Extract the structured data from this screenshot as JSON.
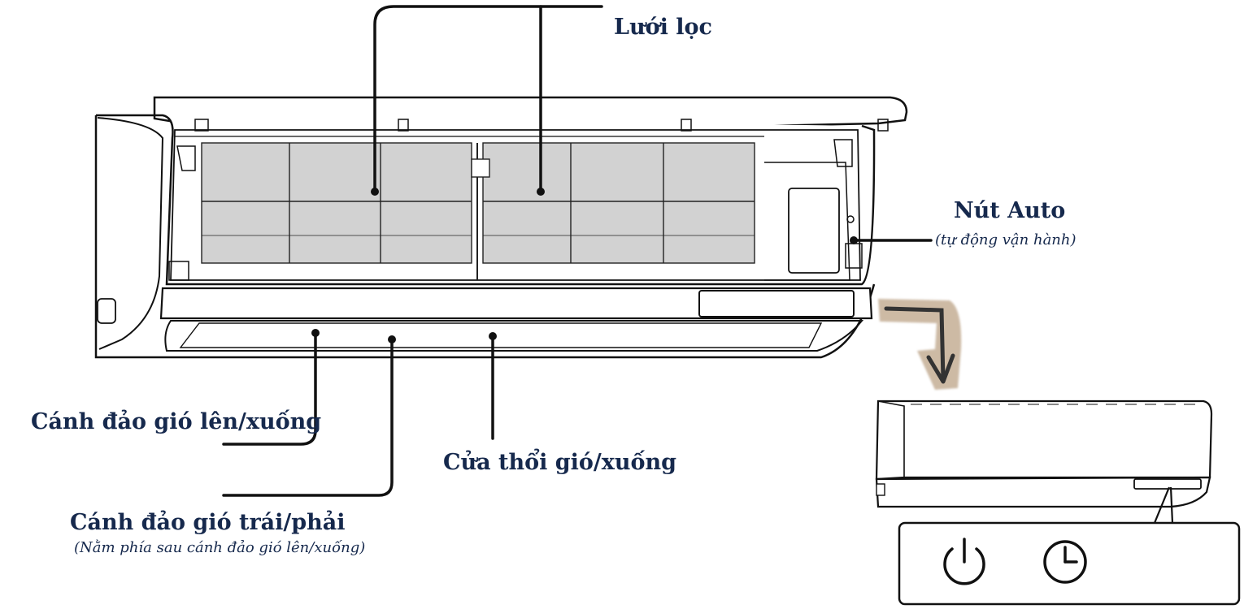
{
  "labels": {
    "filter": "Lưới lọc",
    "auto_button": "Nút Auto",
    "auto_button_note": "(tự động vận hành)",
    "vertical_louver": "Cánh đảo gió lên/xuống",
    "air_outlet": "Cửa thổi gió/xuống",
    "horizontal_louver": "Cánh đảo gió trái/phải",
    "horizontal_louver_note": "(Nằm phía sau cánh đảo gió lên/xuống)"
  },
  "colors": {
    "label_text": "#16294d",
    "line": "#111111",
    "filter_fill": "#d2d2d2",
    "arrow_brush": "#c8b39b",
    "arrow_stroke": "#333333"
  },
  "icons": {
    "remote_panel": [
      "power-icon",
      "timer-icon"
    ]
  }
}
